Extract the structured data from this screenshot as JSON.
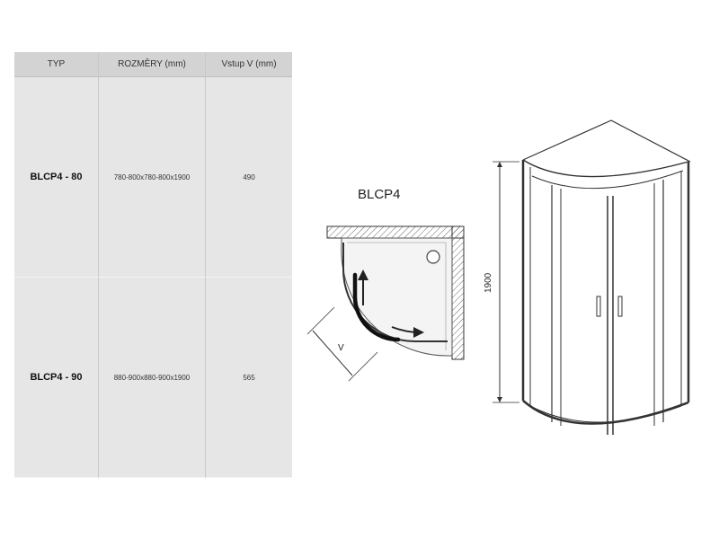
{
  "table": {
    "headers": [
      "TYP",
      "ROZMĚRY (mm)",
      "Vstup V (mm)"
    ],
    "rows": [
      {
        "type": "BLCP4 - 80",
        "dimensions": "780-800x780-800x1900",
        "entry": "490"
      },
      {
        "type": "BLCP4 - 90",
        "dimensions": "880-900x880-900x1900",
        "entry": "565"
      }
    ]
  },
  "plan": {
    "title": "BLCP4",
    "entry_label": "V"
  },
  "elevation": {
    "height_label": "1900"
  }
}
